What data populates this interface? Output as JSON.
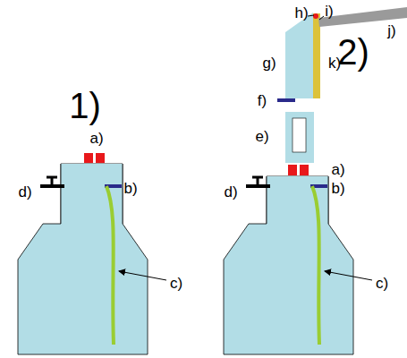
{
  "diagram": {
    "labels": [
      "1)",
      "a)",
      "b)",
      "c)",
      "d)",
      "2)",
      "a)",
      "b)",
      "c)",
      "d)",
      "e)",
      "f)",
      "g)",
      "h)",
      "i)",
      "j)",
      "k)"
    ]
  }
}
